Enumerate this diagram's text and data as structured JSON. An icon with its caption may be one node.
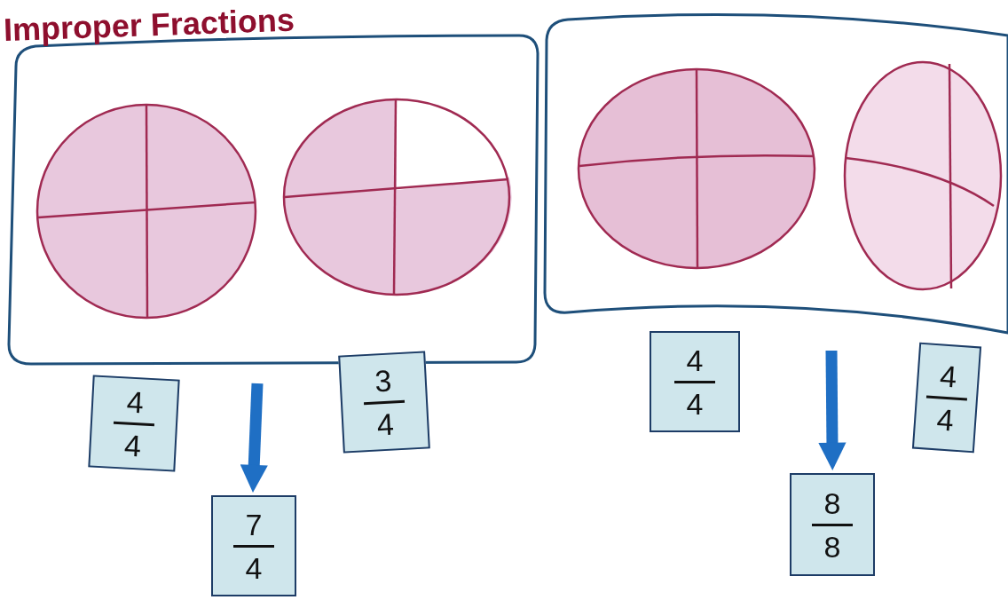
{
  "diagram": {
    "title": "Improper Fractions",
    "nodes": [
      {
        "text": [
          "4",
          "4"
        ]
      },
      {
        "text": [
          "3",
          "4"
        ]
      },
      {
        "text": [
          "7",
          "4"
        ]
      },
      {
        "text": [
          "4",
          "4"
        ]
      },
      {
        "text": [
          "4",
          "4"
        ]
      },
      {
        "text": [
          "8",
          "8"
        ]
      }
    ],
    "edges": [
      {
        "from": null,
        "to": 2,
        "arrow": "to"
      },
      {
        "from": null,
        "to": 5,
        "arrow": "to"
      }
    ]
  }
}
